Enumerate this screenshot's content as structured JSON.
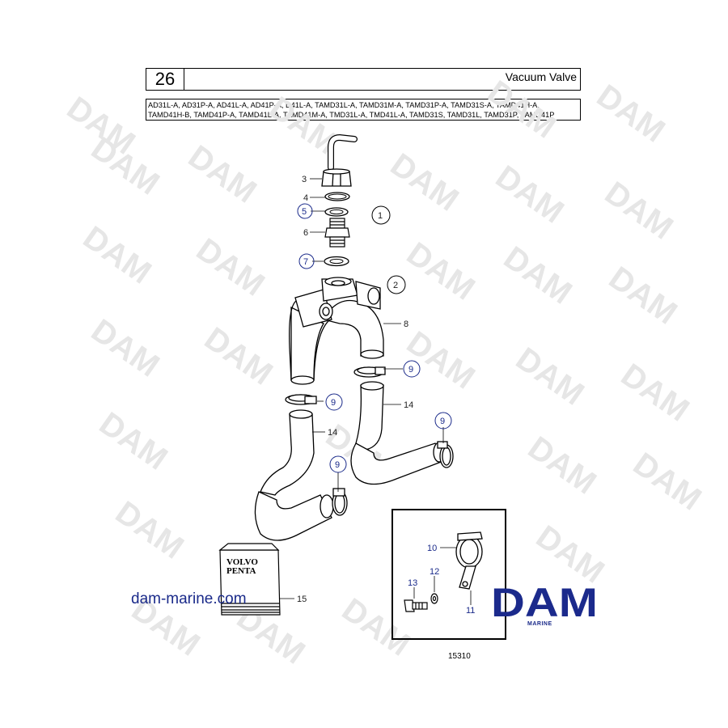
{
  "header": {
    "page_number": "26",
    "title": "Vacuum Valve"
  },
  "models": {
    "line1": "AD31L-A, AD31P-A, AD41L-A, AD41P-A, D41L-A, TAMD31L-A, TAMD31M-A, TAMD31P-A, TAMD31S-A, TAMD41H-A,",
    "line2": "TAMD41H-B, TAMD41P-A, TAMD41L-A, TAMD41M-A, TMD31L-A, TMD41L-A, TAMD31S, TAMD31L, TAMD31P, TAMD41P"
  },
  "watermark": "DAM",
  "callouts": {
    "c3": "3",
    "c4": "4",
    "c5": "5",
    "c6": "6",
    "c7": "7",
    "c8": "8",
    "c9a": "9",
    "c9b": "9",
    "c9c": "9",
    "c9d": "9",
    "c10": "10",
    "c11": "11",
    "c12": "12",
    "c13": "13",
    "c14a": "14",
    "c14b": "14",
    "c15": "15",
    "note1": "1",
    "note2": "2"
  },
  "manual_brand": {
    "line1": "VOLVO",
    "line2": "PENTA"
  },
  "site_url": "dam-marine.com",
  "figure_number": "15310",
  "logo": {
    "brand": "DAM",
    "sub": "MARINE"
  },
  "colors": {
    "accent_blue": "#1a2a8a",
    "logo_blue": "#1b2a8c",
    "watermark": "#e6e6e6",
    "line": "#000000"
  }
}
